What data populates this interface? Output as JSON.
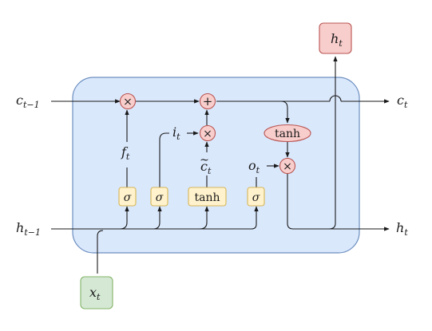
{
  "labels": {
    "c_prev": {
      "main": "c",
      "sub": "t−1"
    },
    "h_prev": {
      "main": "h",
      "sub": "t−1"
    },
    "c_out": {
      "main": "c",
      "sub": "t"
    },
    "h_out_right": {
      "main": "h",
      "sub": "t"
    },
    "h_out_top": {
      "main": "h",
      "sub": "t"
    },
    "x_in": {
      "main": "x",
      "sub": "t"
    },
    "forget": {
      "main": "f",
      "sub": "t"
    },
    "input": {
      "main": "i",
      "sub": "t"
    },
    "candidate": {
      "main": "c",
      "sub": "t",
      "accent": "~"
    },
    "output": {
      "main": "o",
      "sub": "t"
    }
  },
  "gates": {
    "sigma_forget": "σ",
    "sigma_input": "σ",
    "tanh_candidate": "tanh",
    "sigma_output": "σ",
    "tanh_cell": "tanh"
  },
  "ops": {
    "mul_forget": "×",
    "add_cell": "+",
    "mul_input": "×",
    "mul_output": "×"
  },
  "colors": {
    "cell_fill": "#dae8fc",
    "cell_stroke": "#6c8ebf",
    "gate_fill": "#fff2cc",
    "gate_stroke": "#d6b656",
    "op_fill": "#f8cecc",
    "op_stroke": "#b85450",
    "input_fill": "#d5e8d4",
    "input_stroke": "#82b366",
    "line": "#1a1a1a"
  }
}
